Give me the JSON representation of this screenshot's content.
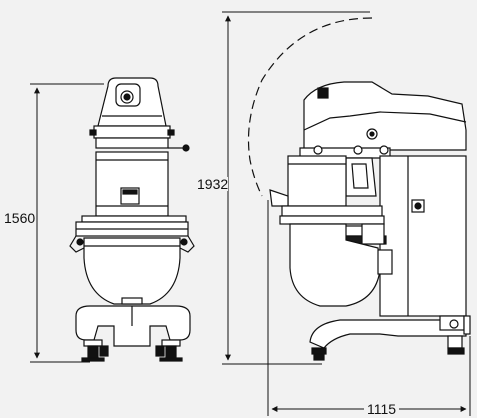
{
  "dimensions": {
    "height_front": "1560",
    "height_side_open": "1932",
    "depth_side": "1115"
  },
  "colors": {
    "background": "#f2f2f2",
    "line": "#111111",
    "fill_light": "#ffffff",
    "fill_dark": "#1a1a1a",
    "fill_gray": "#e6e6e6"
  }
}
